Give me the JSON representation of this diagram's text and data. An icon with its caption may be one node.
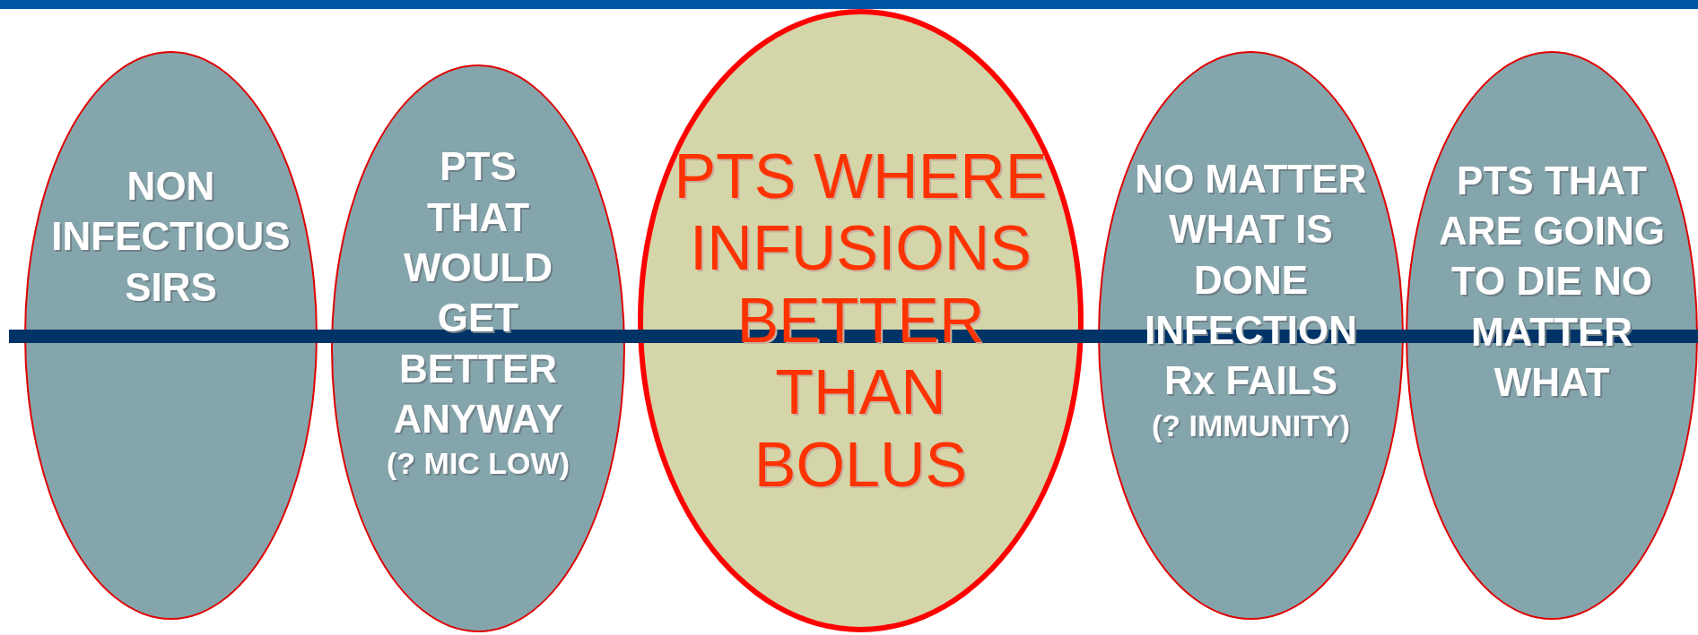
{
  "diagram": {
    "nodes": [
      {
        "text": [
          "NON INFECTIOUS SIRS"
        ]
      },
      {
        "text": [
          "PTS THAT WOULD GET BETTER ANYWAY",
          "(? MIC LOW)"
        ]
      },
      {
        "text": [
          "PTS WHERE INFUSIONS BETTER THAN BOLUS"
        ]
      },
      {
        "text": [
          "NO MATTER WHAT IS DONE INFECTION Rx FAILS",
          "(? IMMUNITY)"
        ]
      },
      {
        "text": [
          "PTS THAT ARE GOING TO DIE NO MATTER WHAT"
        ]
      },
      {
        "text": [],
        "shape": "bar"
      }
    ]
  }
}
